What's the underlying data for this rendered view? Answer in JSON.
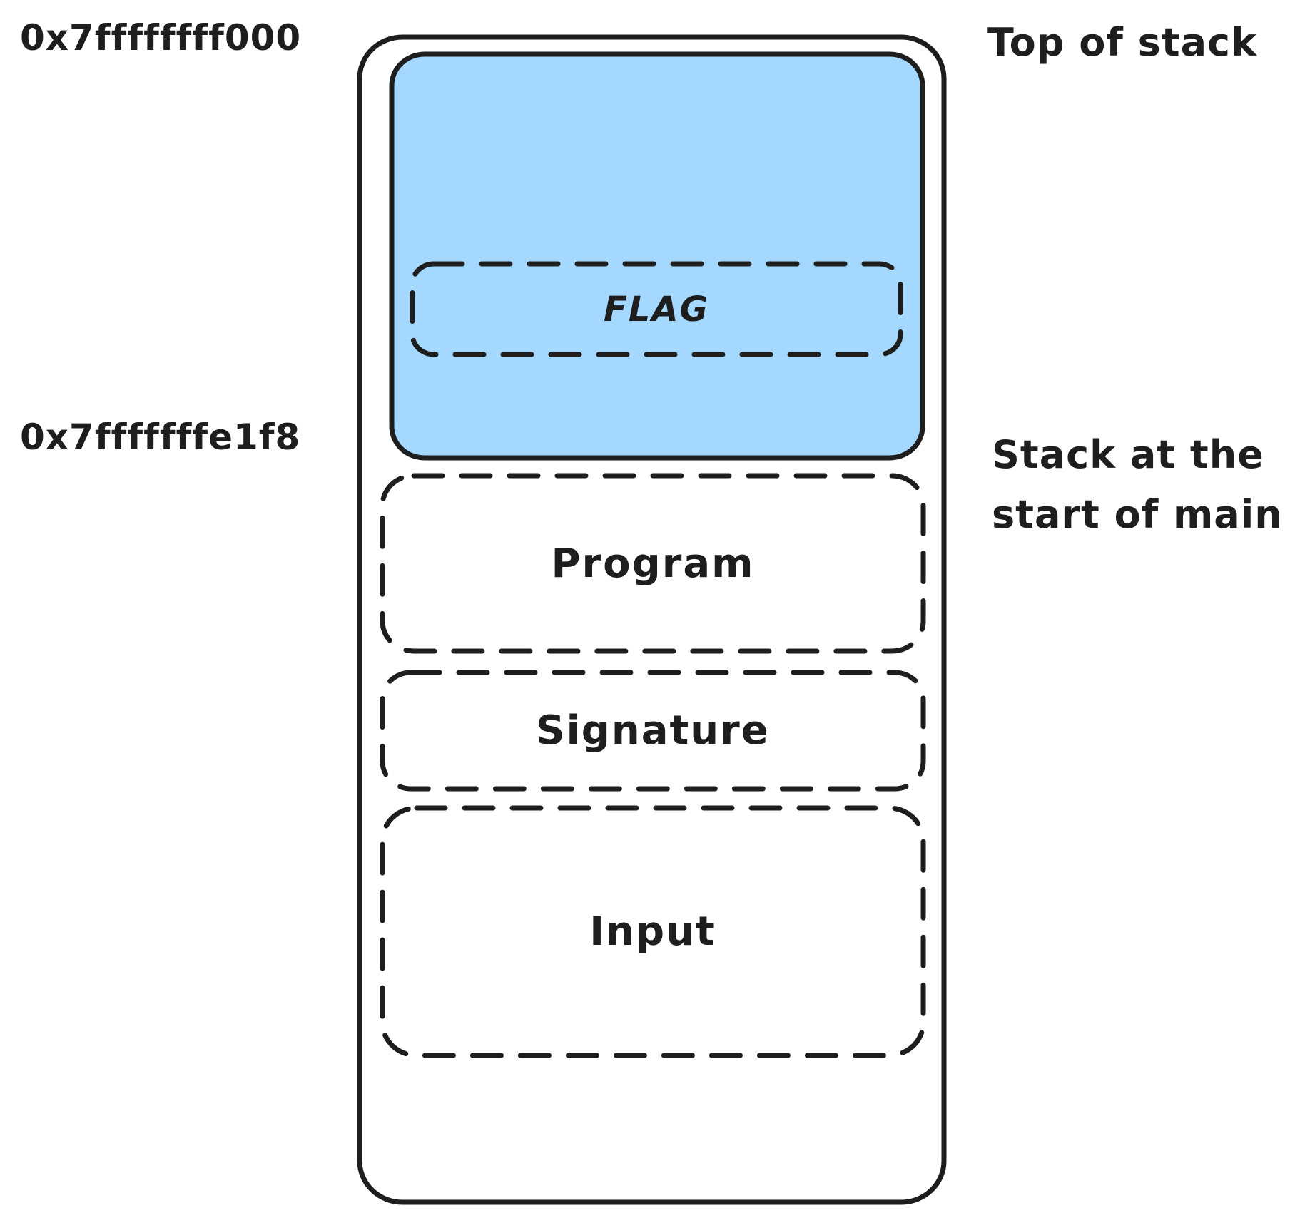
{
  "diagram": {
    "addresses": {
      "top": "0x7ffffffff000",
      "main_start": "0x7fffffffe1f8"
    },
    "annotations": {
      "top_of_stack": "Top of stack",
      "stack_at_main": "Stack at the\nstart of main"
    },
    "stack_regions": {
      "flag": "FLAG",
      "program": "Program",
      "signature": "Signature",
      "input": "Input"
    },
    "colors": {
      "ink": "#1e1e1e",
      "flag_region_fill": "#a5d8ff",
      "canvas_background": "#ffffff"
    }
  }
}
